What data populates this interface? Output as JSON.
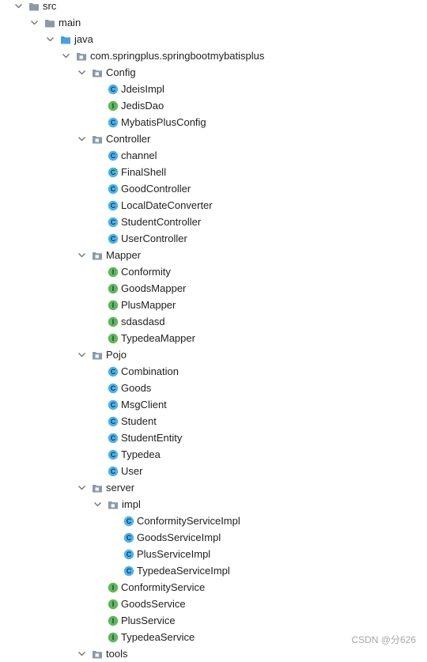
{
  "tree": [
    {
      "label": "src",
      "kind": "folder",
      "expanded": true,
      "level": 0
    },
    {
      "label": "main",
      "kind": "folder",
      "expanded": true,
      "level": 1
    },
    {
      "label": "java",
      "kind": "source-folder",
      "expanded": true,
      "level": 2
    },
    {
      "label": "com.springplus.springbootmybatisplus",
      "kind": "package",
      "expanded": true,
      "level": 3
    },
    {
      "label": "Config",
      "kind": "package",
      "expanded": true,
      "level": 4
    },
    {
      "label": "JdeisImpl",
      "kind": "class",
      "level": 5
    },
    {
      "label": "JedisDao",
      "kind": "interface",
      "level": 5
    },
    {
      "label": "MybatisPlusConfig",
      "kind": "class",
      "level": 5
    },
    {
      "label": "Controller",
      "kind": "package",
      "expanded": true,
      "level": 4
    },
    {
      "label": "channel",
      "kind": "class",
      "level": 5
    },
    {
      "label": "FinalShell",
      "kind": "runnable-class",
      "level": 5
    },
    {
      "label": "GoodController",
      "kind": "class",
      "level": 5
    },
    {
      "label": "LocalDateConverter",
      "kind": "class",
      "level": 5
    },
    {
      "label": "StudentController",
      "kind": "class",
      "level": 5
    },
    {
      "label": "UserController",
      "kind": "class",
      "level": 5
    },
    {
      "label": "Mapper",
      "kind": "package",
      "expanded": true,
      "level": 4
    },
    {
      "label": "Conformity",
      "kind": "interface",
      "level": 5
    },
    {
      "label": "GoodsMapper",
      "kind": "interface",
      "level": 5
    },
    {
      "label": "PlusMapper",
      "kind": "interface",
      "level": 5
    },
    {
      "label": "sdasdasd",
      "kind": "interface",
      "level": 5
    },
    {
      "label": "TypedeaMapper",
      "kind": "interface",
      "level": 5
    },
    {
      "label": "Pojo",
      "kind": "package",
      "expanded": true,
      "level": 4
    },
    {
      "label": "Combination",
      "kind": "class",
      "level": 5
    },
    {
      "label": "Goods",
      "kind": "class",
      "level": 5
    },
    {
      "label": "MsgClient",
      "kind": "class",
      "level": 5
    },
    {
      "label": "Student",
      "kind": "class",
      "level": 5
    },
    {
      "label": "StudentEntity",
      "kind": "class",
      "level": 5
    },
    {
      "label": "Typedea",
      "kind": "class",
      "level": 5
    },
    {
      "label": "User",
      "kind": "class",
      "level": 5
    },
    {
      "label": "server",
      "kind": "package",
      "expanded": true,
      "level": 4
    },
    {
      "label": "impl",
      "kind": "package",
      "expanded": true,
      "level": 5
    },
    {
      "label": "ConformityServiceImpl",
      "kind": "class",
      "level": 6
    },
    {
      "label": "GoodsServiceImpl",
      "kind": "class",
      "level": 6
    },
    {
      "label": "PlusServiceImpl",
      "kind": "class",
      "level": 6
    },
    {
      "label": "TypedeaServiceImpl",
      "kind": "class",
      "level": 6
    },
    {
      "label": "ConformityService",
      "kind": "interface",
      "level": 5
    },
    {
      "label": "GoodsService",
      "kind": "interface",
      "level": 5
    },
    {
      "label": "PlusService",
      "kind": "interface",
      "level": 5
    },
    {
      "label": "TypedeaService",
      "kind": "interface",
      "level": 5
    },
    {
      "label": "tools",
      "kind": "package",
      "expanded": true,
      "level": 4
    }
  ],
  "colors": {
    "class_icon": "#4fb3e8",
    "interface_icon": "#5fb85a",
    "folder_icon": "#8c9aa5",
    "source_folder_icon": "#4a9fe0",
    "run_marker": "#3fbf3f",
    "arrow": "#6e6e6e"
  },
  "watermark": "CSDN @分626"
}
